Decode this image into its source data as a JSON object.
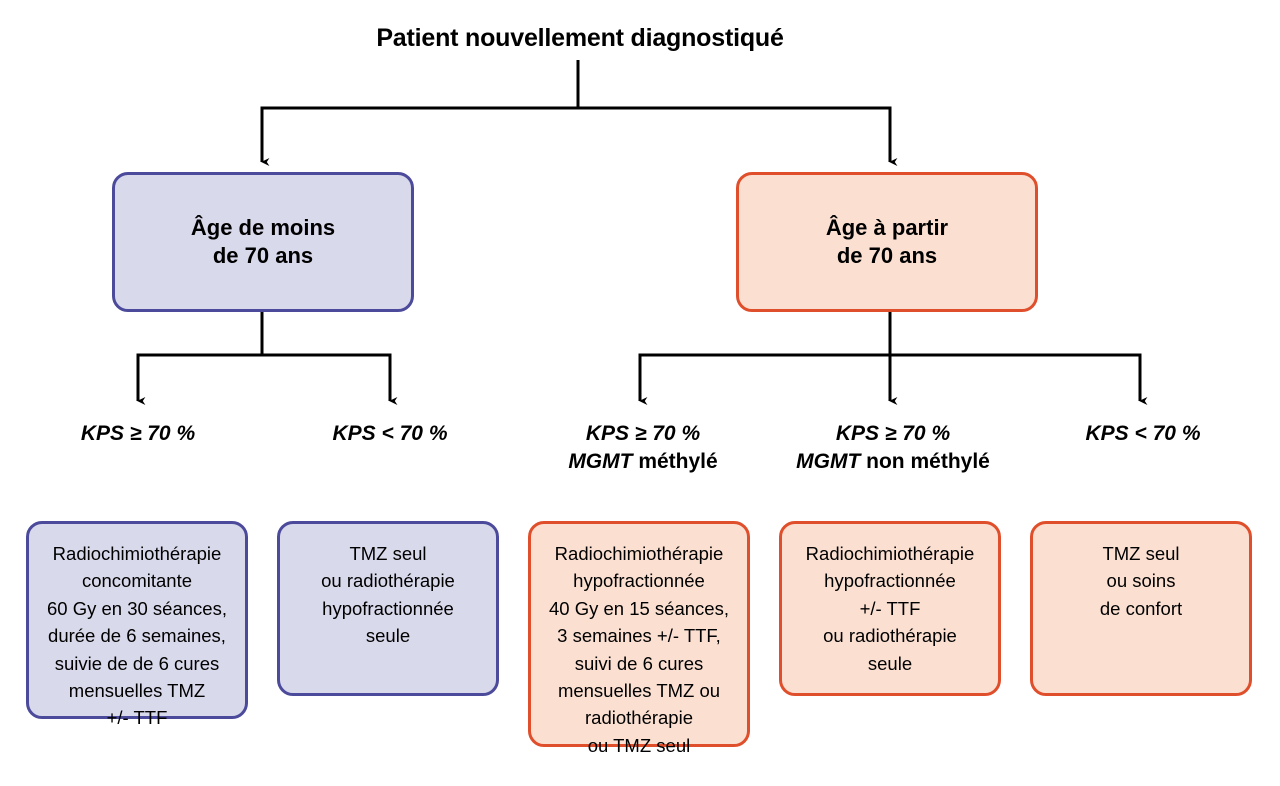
{
  "title": "Patient nouvellement diagnostiqué",
  "colors": {
    "purple_border": "#4c4a9b",
    "purple_fill": "#d9d9ec",
    "orange_border": "#e04f2c",
    "orange_fill": "#fbe0d2",
    "connector": "#000000",
    "background": "#ffffff"
  },
  "decisions": [
    {
      "id": "age-under-70",
      "line1": "Âge de moins",
      "line2": "de 70 ans",
      "color": "purple"
    },
    {
      "id": "age-from-70",
      "line1": "Âge à partir",
      "line2": "de 70 ans",
      "color": "orange"
    }
  ],
  "criteria": [
    {
      "id": "kps-ge-70-left",
      "marker": "KPS",
      "comparator": "≥ 70 %",
      "second_marker": "",
      "second_value": ""
    },
    {
      "id": "kps-lt-70-left",
      "marker": "KPS",
      "comparator": "< 70 %",
      "second_marker": "",
      "second_value": ""
    },
    {
      "id": "kps-ge-70-mgmt-methyl",
      "marker": "KPS",
      "comparator": "≥ 70 %",
      "second_marker": "MGMT",
      "second_value": "méthylé"
    },
    {
      "id": "kps-ge-70-mgmt-non-methyl",
      "marker": "KPS",
      "comparator": "≥ 70 %",
      "second_marker": "MGMT",
      "second_value": "non méthylé"
    },
    {
      "id": "kps-lt-70-right",
      "marker": "KPS",
      "comparator": "< 70 %",
      "second_marker": "",
      "second_value": ""
    }
  ],
  "treatments": [
    {
      "id": "tx-radiochimio-concomitante",
      "color": "purple",
      "lines": [
        "Radiochimiothérapie",
        "concomitante",
        "60 Gy en 30 séances,",
        "durée de 6 semaines,",
        "suivie de de 6 cures",
        "mensuelles TMZ",
        "+/- TTF"
      ]
    },
    {
      "id": "tx-tmz-seul-ou-radiotherapie",
      "color": "purple",
      "lines": [
        "TMZ seul",
        "ou radiothérapie",
        "hypofractionnée",
        "seule"
      ]
    },
    {
      "id": "tx-radiochimio-hypofractionnee-tmz",
      "color": "orange",
      "lines": [
        "Radiochimiothérapie",
        "hypofractionnée",
        "40 Gy en 15 séances,",
        "3 semaines +/- TTF,",
        "suivi de 6 cures",
        "mensuelles TMZ ou",
        "radiothérapie",
        "ou TMZ seul"
      ]
    },
    {
      "id": "tx-radiochimio-hypofractionnee-ttf",
      "color": "orange",
      "lines": [
        "Radiochimiothérapie",
        "hypofractionnée",
        "+/- TTF",
        "ou radiothérapie",
        "seule"
      ]
    },
    {
      "id": "tx-tmz-seul-ou-soins-confort",
      "color": "orange",
      "lines": [
        "TMZ seul",
        "ou soins",
        "de confort"
      ]
    }
  ]
}
